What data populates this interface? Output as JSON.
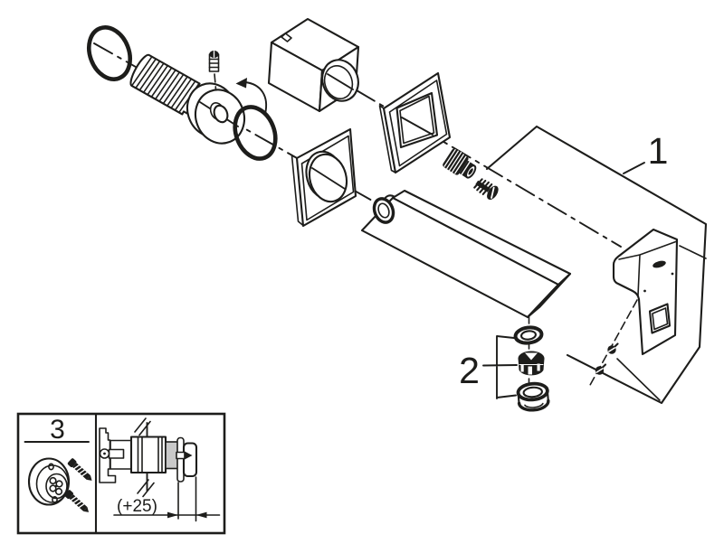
{
  "diagram": {
    "background": "#ffffff",
    "line_color": "#1d1d1b",
    "shade_color": "#c9c9c9"
  },
  "callouts": {
    "part1": "1",
    "part2": "2",
    "part3": "3"
  },
  "inset": {
    "dimension": "(+25)"
  }
}
